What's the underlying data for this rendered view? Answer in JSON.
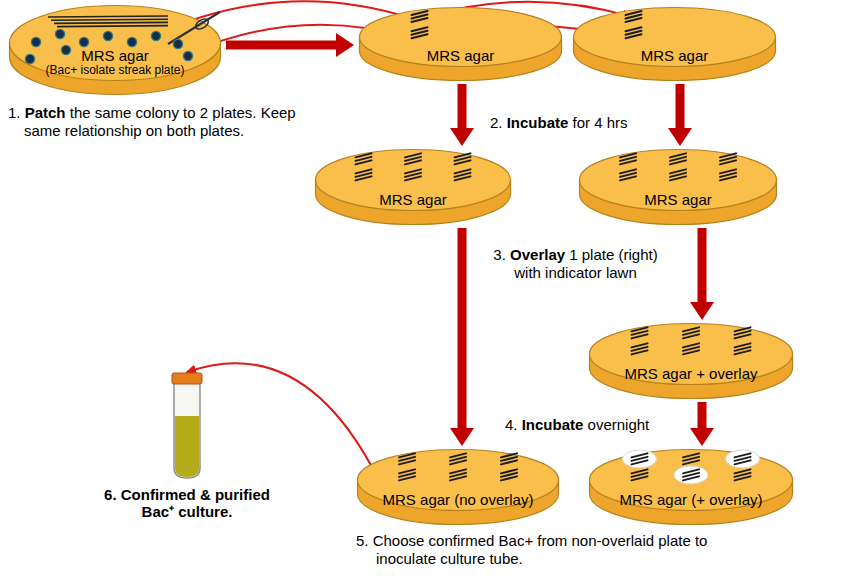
{
  "diagram": {
    "nodes": [
      {
        "text": [
          "MRS agar",
          "(Bac+ isolate streak plate)"
        ]
      },
      {
        "text": [
          "MRS agar"
        ]
      },
      {
        "text": [
          "MRS agar"
        ]
      },
      {
        "text": [
          "MRS agar"
        ]
      },
      {
        "text": [
          "MRS agar"
        ]
      },
      {
        "text": [
          "MRS agar + overlay"
        ]
      },
      {
        "text": [
          "MRS agar (no overlay)"
        ]
      },
      {
        "text": [
          "MRS agar (+ overlay)"
        ]
      },
      {
        "text": [
          "6. Confirmed & purified Bac⁺ culture."
        ]
      }
    ],
    "edges": [
      {
        "from": 0,
        "to": 1,
        "arrow": "to"
      },
      {
        "from": 0,
        "to": 1,
        "arrow": "to"
      },
      {
        "from": 0,
        "to": 1,
        "arrow": "to"
      },
      {
        "from": 1,
        "to": 2,
        "arrow": "to"
      },
      {
        "from": 1,
        "to": 2,
        "arrow": "to"
      },
      {
        "from": 1,
        "to": 3,
        "arrow": "to"
      },
      {
        "from": 2,
        "to": 4,
        "arrow": "to"
      },
      {
        "from": 4,
        "to": 5,
        "arrow": "to"
      },
      {
        "from": 5,
        "to": 7,
        "arrow": "to"
      },
      {
        "from": 3,
        "to": 6,
        "arrow": "to"
      },
      {
        "from": 6,
        "to": 8,
        "arrow": "to"
      }
    ],
    "labels": [
      "1. Patch the same colony to 2 plates. Keep same relationship on both plates.",
      "2. Incubate for 4 hrs",
      "3. Overlay 1 plate (right) with indicator lawn",
      "4. Incubate overnight",
      "5. Choose confirmed Bac+ from non-overlaid plate to inoculate culture tube."
    ]
  }
}
